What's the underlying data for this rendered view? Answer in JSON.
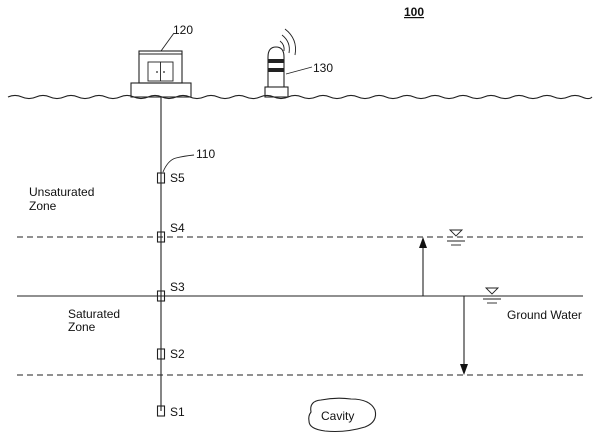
{
  "figure_number": "100",
  "refs": {
    "house": "120",
    "tower": "130",
    "probe": "110"
  },
  "zones": {
    "unsaturated_line1": "Unsaturated",
    "unsaturated_line2": "Zone",
    "saturated_line1": "Saturated",
    "saturated_line2": "Zone"
  },
  "sensors": [
    {
      "id": "s5",
      "label": "S5"
    },
    {
      "id": "s4",
      "label": "S4"
    },
    {
      "id": "s3",
      "label": "S3"
    },
    {
      "id": "s2",
      "label": "S2"
    },
    {
      "id": "s1",
      "label": "S1"
    }
  ],
  "ground_water_label": "Ground Water",
  "cavity_label": "Cavity"
}
